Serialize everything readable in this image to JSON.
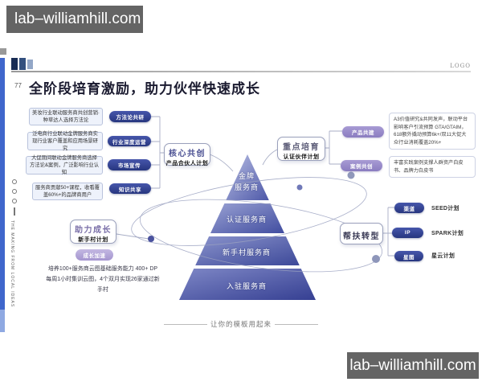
{
  "watermarks": {
    "top": "lab–williamhill.com",
    "bottom": "lab–williamhill.com"
  },
  "header": {
    "page_number": "77",
    "logo": "LOGO",
    "title": "全阶段培育激励，助力伙伴快速成长"
  },
  "left_rows": [
    {
      "note": "美妆行业联动服务商共创营销·种草达人选择方法论",
      "pill": "方法论共研"
    },
    {
      "note": "泛电商行业联动金牌服务商实现行业客户覆盖和应用场景研究",
      "pill": "行业深度运营"
    },
    {
      "note": "大促期间联动金牌服务商选择方法论&案例，广泛影响行业认知",
      "pill": "市场宣传"
    },
    {
      "note": "服务商贡献50+课程，收看覆盖60%+的品牌商用户",
      "pill": "知识共享"
    }
  ],
  "core_box": {
    "title": "核心共创",
    "subtitle": "产品合伙人计划"
  },
  "focus_box": {
    "title": "重点培育",
    "subtitle": "认证伙伴计划"
  },
  "pyramid": {
    "levels": [
      "金牌\n服务商",
      "认证服务商",
      "新手村服务商",
      "入驻服务商"
    ]
  },
  "right_top": {
    "items": [
      {
        "pill": "产品共建",
        "text": "A3价值研究&共同发声，联动平台影响客户引流预算 GTA/GTAIM，618额外撬动预算6k+/双11大促大众行业消耗覆盖20%+"
      },
      {
        "pill": "案例共创",
        "text": "丰富实践案例支撑人群资产白皮书、品牌力白皮书"
      }
    ]
  },
  "growth": {
    "title": "助力成长",
    "subtitle": "新手村计划",
    "pill": "成长加速",
    "note": "培养100+服务商云图基础服务能力 400+ DP每周1小时集训云图，4个双月实现26家通过新手村"
  },
  "transform": {
    "title": "帮扶转型",
    "items": [
      {
        "pill": "渠道",
        "label": "SEED计划"
      },
      {
        "pill": "IP",
        "label": "SPARK计划"
      },
      {
        "pill": "星图",
        "label": "星云计划"
      }
    ]
  },
  "footer": {
    "text": "让你的模板用起来"
  },
  "side_text": "THE MAKING FROM LOCAL IDEAS",
  "colors": {
    "accent_blue": "#2f4396",
    "accent_purple": "#8d7fc0",
    "bar_blue": "#3f66cc"
  }
}
